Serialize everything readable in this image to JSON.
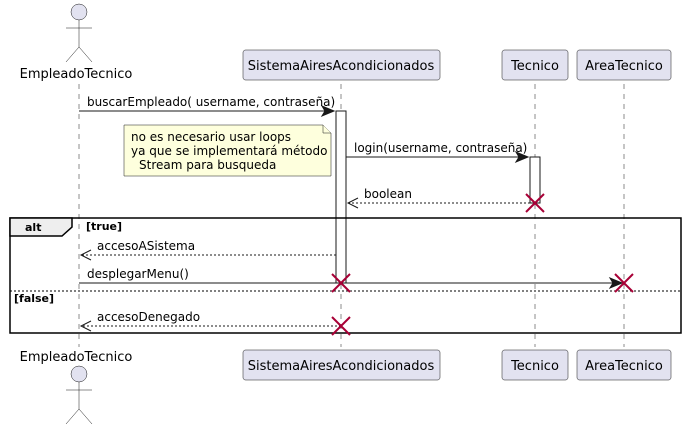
{
  "participants": {
    "empleado": "EmpleadoTecnico",
    "sistema": "SistemaAiresAcondicionados",
    "tecnico": "Tecnico",
    "area": "AreaTecnico"
  },
  "messages": {
    "buscar": "buscarEmpleado( username, contraseña)",
    "login": "login(username, contraseña)",
    "boolean": "boolean",
    "acceso": "accesoASistema",
    "desplegar": "desplegarMenu()",
    "denegado": "accesoDenegado"
  },
  "note": {
    "line1": "no es necesario usar loops",
    "line2": "ya que se implementará método",
    "line3": "Stream para busqueda"
  },
  "fragment": {
    "keyword": "alt",
    "guard_true": "[true]",
    "guard_false": "[false]"
  }
}
